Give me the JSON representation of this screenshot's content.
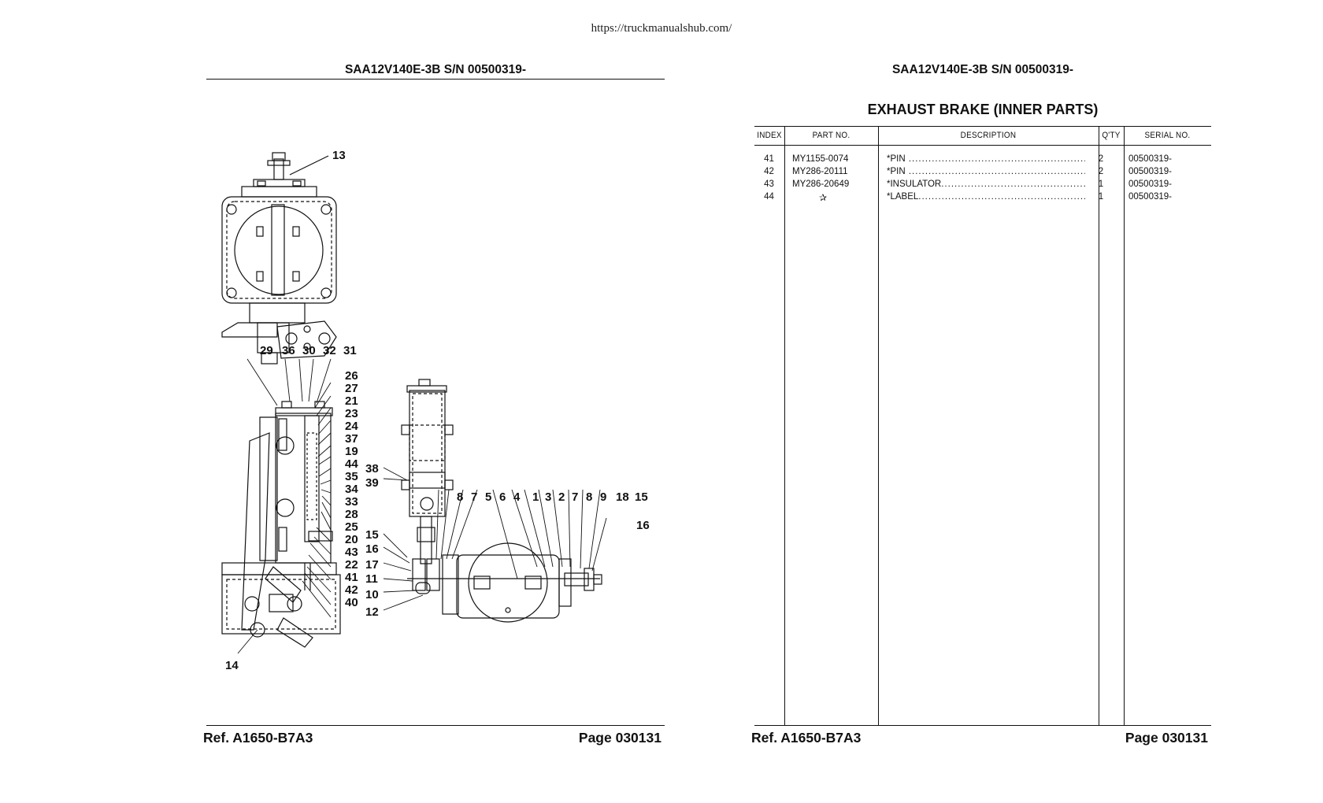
{
  "url": "https://truckmanualshub.com/",
  "left_page": {
    "header": "SAA12V140E-3B S/N 00500319-",
    "ref": "Ref.  A1650-B7A3",
    "page": "Page  030131",
    "callouts": [
      "13",
      "29",
      "36",
      "30",
      "32",
      "31",
      "26",
      "27",
      "21",
      "23",
      "24",
      "37",
      "19",
      "44",
      "35",
      "34",
      "33",
      "28",
      "25",
      "20",
      "43",
      "22",
      "41",
      "42",
      "40",
      "14",
      "38",
      "39",
      "8",
      "7",
      "5",
      "6",
      "4",
      "1",
      "3",
      "2",
      "7",
      "8",
      "9",
      "18",
      "15",
      "16",
      "15",
      "16",
      "17",
      "11",
      "10",
      "12"
    ]
  },
  "right_page": {
    "header": "SAA12V140E-3B S/N 00500319-",
    "title": "EXHAUST BRAKE (INNER PARTS)",
    "columns": {
      "index": "INDEX",
      "part_no": "PART  NO.",
      "description": "DESCRIPTION",
      "qty": "Q'TY",
      "serial_no": "SERIAL NO."
    },
    "rows": [
      {
        "index": "41",
        "part_no": "MY1155-0074",
        "description": "*PIN",
        "qty": "2",
        "serial_no": "00500319-"
      },
      {
        "index": "42",
        "part_no": "MY286-20111",
        "description": "*PIN",
        "qty": "2",
        "serial_no": "00500319-"
      },
      {
        "index": "43",
        "part_no": "MY286-20649",
        "description": "*INSULATOR",
        "qty": "1",
        "serial_no": "00500319-"
      },
      {
        "index": "44",
        "part_no": "",
        "part_symbol": "✰",
        "description": "*LABEL",
        "qty": "1",
        "serial_no": "00500319-"
      }
    ],
    "ref": "Ref.  A1650-B7A3",
    "page": "Page  030131"
  }
}
